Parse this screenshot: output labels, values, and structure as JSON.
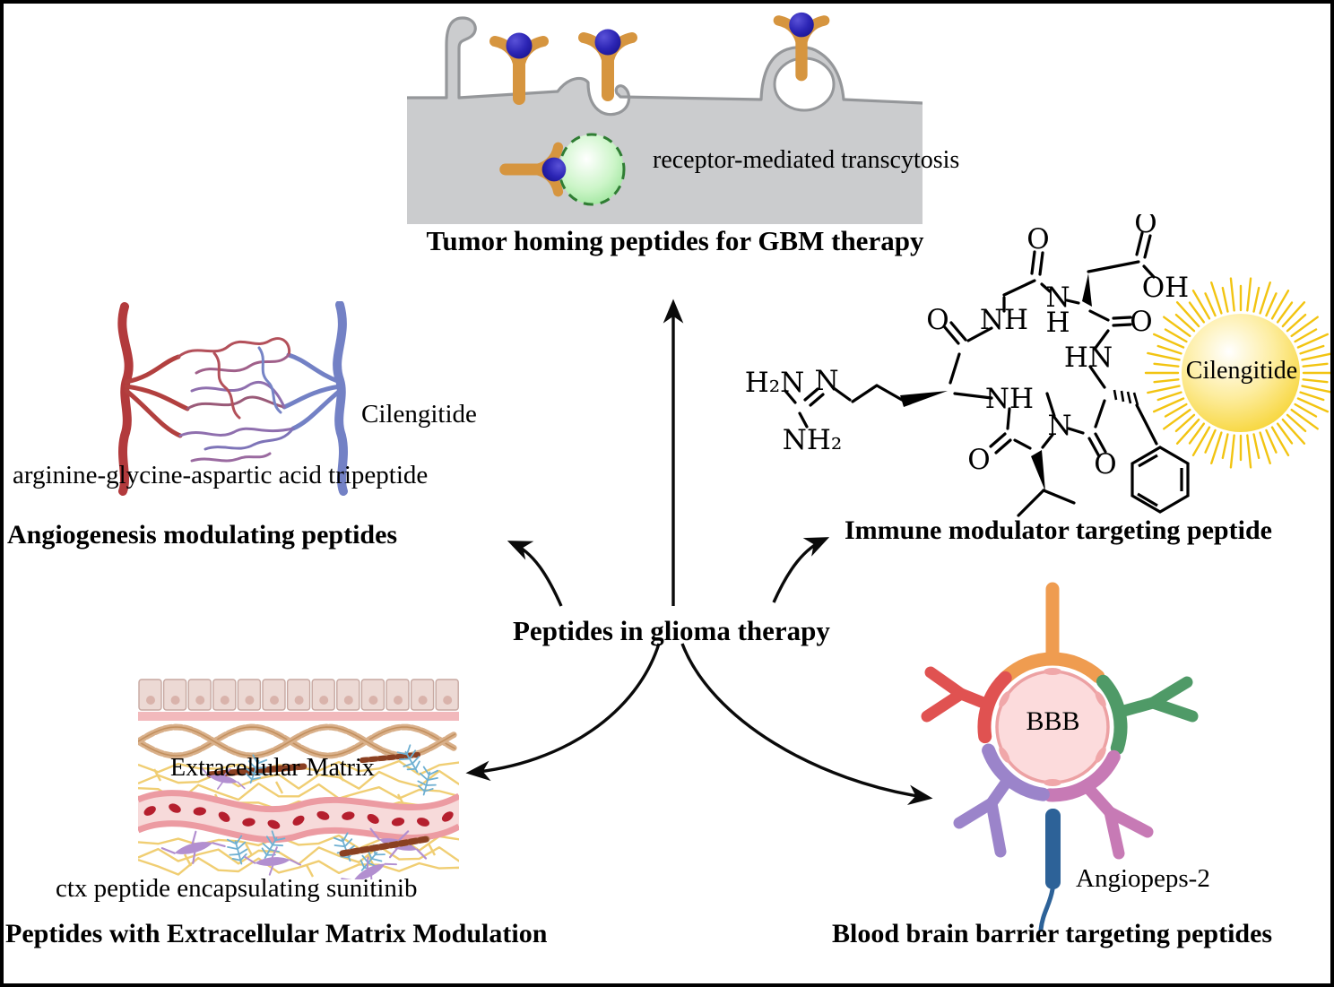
{
  "figure": {
    "center_title": "Peptides in glioma therapy",
    "tumor_homing": {
      "annotation": "receptor-mediated transcytosis",
      "caption": "Tumor homing peptides for GBM therapy"
    },
    "angiogenesis": {
      "drug_label": "Cilengitide",
      "tripeptide_label": "arginine-glycine-aspartic acid tripeptide",
      "caption": "Angiogenesis modulating peptides"
    },
    "immune_modulator": {
      "sun_label": "Cilengitide",
      "caption": "Immune modulator targeting peptide",
      "atoms": {
        "h2n": "H₂N",
        "n": "N",
        "nh2": "NH₂",
        "o": "O",
        "nh": "NH",
        "h": "H",
        "hn": "HN",
        "oh": "OH"
      }
    },
    "ecm": {
      "overlay_label": "Extracellular Matrix",
      "drug_caption": "ctx peptide encapsulating sunitinib",
      "caption": "Peptides with Extracellular Matrix Modulation"
    },
    "bbb": {
      "core_label": "BBB",
      "peptide_label": "Angiopeps-2",
      "caption": "Blood brain barrier targeting peptides"
    },
    "colors": {
      "membrane_gray": "#cbccce",
      "receptor_tan": "#d6953f",
      "ligand_blue": "#2c25b5",
      "vesicle_green": "#8fe08f",
      "sun_gold": "#f2c411",
      "artery_red": "#b23a3c",
      "vein_blue": "#7381c5",
      "bbb_orange": "#ef9c50",
      "bbb_red": "#e05251",
      "bbb_green": "#4f9a67",
      "bbb_purple": "#9b84ca",
      "bbb_magenta": "#c77ab5",
      "angiopep_blue": "#2d6298"
    }
  }
}
